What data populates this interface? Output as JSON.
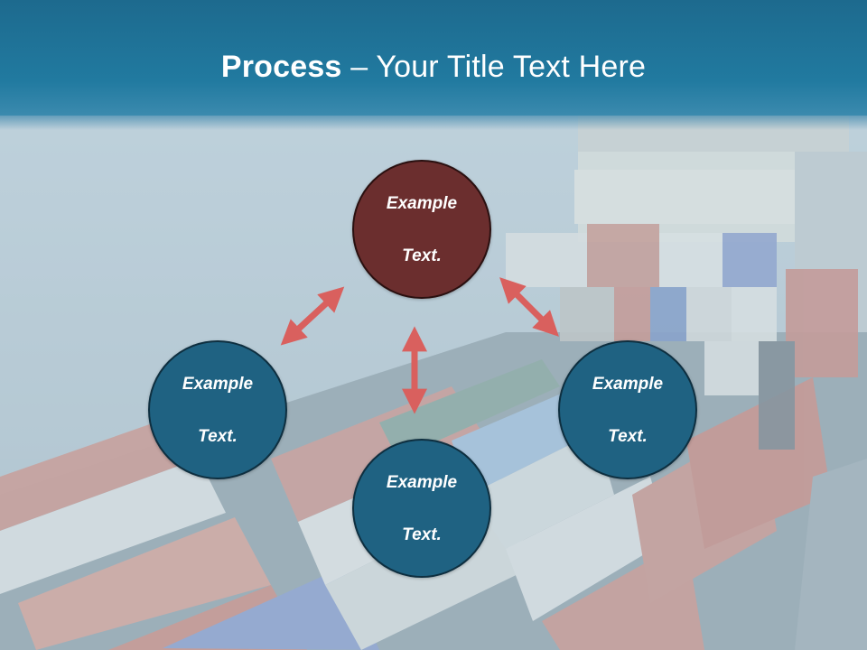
{
  "slide": {
    "title_bold": "Process",
    "title_rest": " – Your Title Text Here"
  },
  "nodes": {
    "top": {
      "line1": "Example",
      "line2": "Text."
    },
    "left": {
      "line1": "Example",
      "line2": "Text."
    },
    "right": {
      "line1": "Example",
      "line2": "Text."
    },
    "bottom": {
      "line1": "Example",
      "line2": "Text."
    }
  },
  "colors": {
    "title_band": "#217aa0",
    "top_node": "#6b2e2e",
    "node": "#1f6282",
    "arrow": "#d9605e"
  },
  "background": "container-ship-photo"
}
